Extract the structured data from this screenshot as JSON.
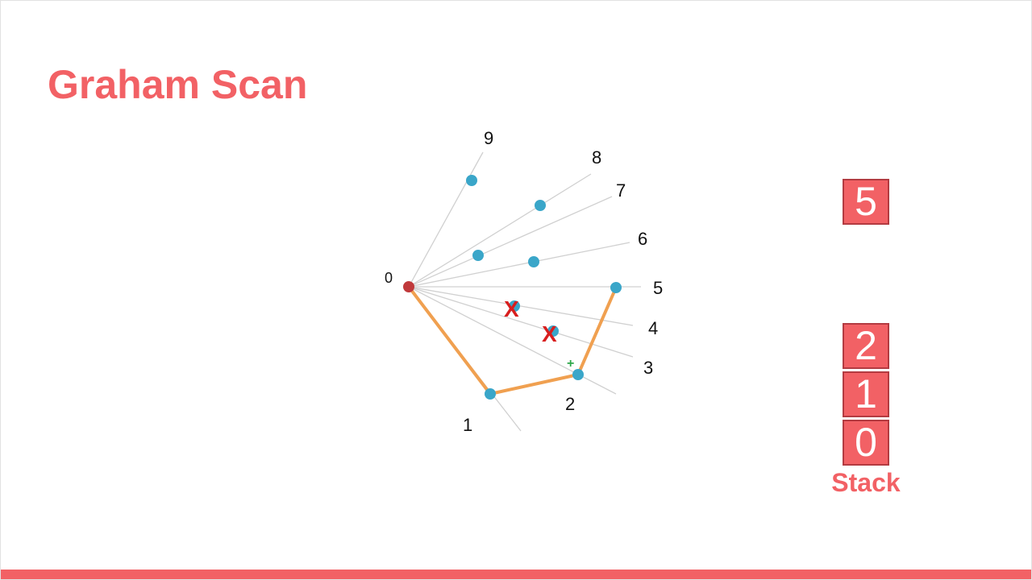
{
  "slide": {
    "title": "Graham Scan",
    "stack_label": "Stack"
  },
  "colors": {
    "accent": "#f26165",
    "point": "#3aa6c9",
    "pivot": "#c0393b",
    "hull": "#f0a050",
    "ray": "#d0d0d0",
    "reject": "#d81e1e",
    "accept": "#2ea84a"
  },
  "diagram": {
    "pivot_label": "0",
    "point_labels": [
      "1",
      "2",
      "3",
      "4",
      "5",
      "6",
      "7",
      "8",
      "9"
    ],
    "rejected_marker": "X",
    "accepted_marker": "+"
  },
  "stack": {
    "pushed": [
      "0",
      "1",
      "2"
    ],
    "pending": "5"
  }
}
